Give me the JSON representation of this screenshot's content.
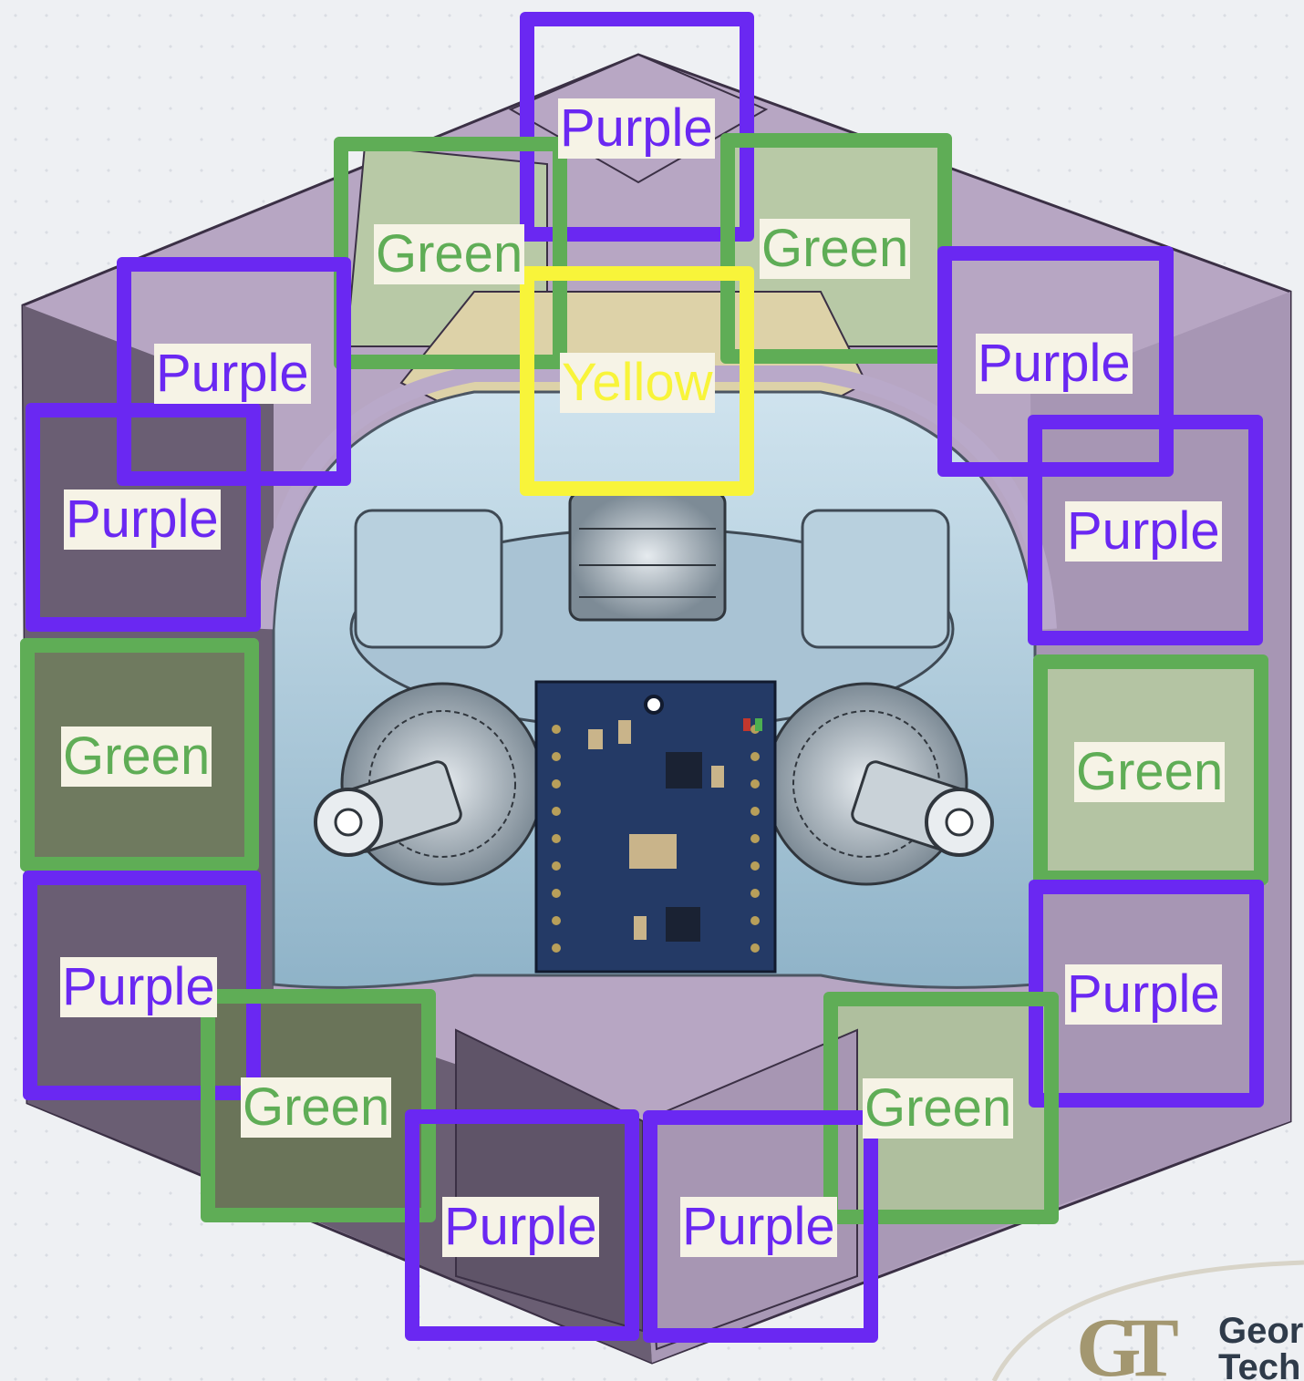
{
  "colors": {
    "purple": "#6a28f2",
    "green": "#5fad56",
    "yellow": "#f8f43a",
    "label_bg": "#f6f3e6"
  },
  "labels": [
    {
      "id": "top-purple",
      "text": "Purple",
      "color": "purple"
    },
    {
      "id": "upper-left-green",
      "text": "Green",
      "color": "green"
    },
    {
      "id": "upper-right-green",
      "text": "Green",
      "color": "green"
    },
    {
      "id": "center-yellow",
      "text": "Yellow",
      "color": "yellow"
    },
    {
      "id": "left-purple-1",
      "text": "Purple",
      "color": "purple"
    },
    {
      "id": "left-purple-2",
      "text": "Purple",
      "color": "purple"
    },
    {
      "id": "right-purple-1",
      "text": "Purple",
      "color": "purple"
    },
    {
      "id": "right-purple-2",
      "text": "Purple",
      "color": "purple"
    },
    {
      "id": "left-green",
      "text": "Green",
      "color": "green"
    },
    {
      "id": "right-green",
      "text": "Green",
      "color": "green"
    },
    {
      "id": "left-purple-3",
      "text": "Purple",
      "color": "purple"
    },
    {
      "id": "right-purple-3",
      "text": "Purple",
      "color": "purple"
    },
    {
      "id": "lower-left-green",
      "text": "Green",
      "color": "green"
    },
    {
      "id": "lower-right-green",
      "text": "Green",
      "color": "green"
    },
    {
      "id": "bottom-purple-left",
      "text": "Purple",
      "color": "purple"
    },
    {
      "id": "bottom-purple-right",
      "text": "Purple",
      "color": "purple"
    }
  ],
  "logo": {
    "line1": "Geor",
    "line2": "Tech"
  }
}
